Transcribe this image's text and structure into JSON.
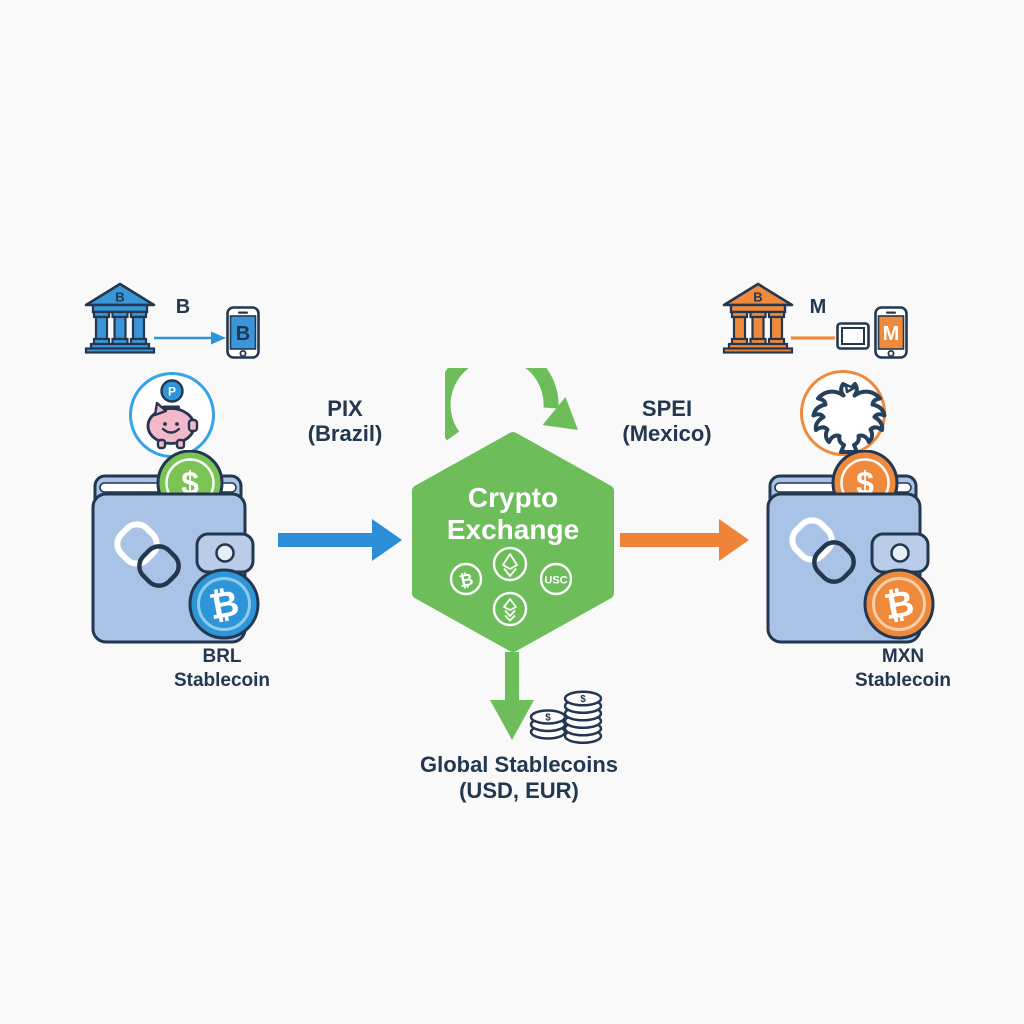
{
  "labels": {
    "pix_line1": "PIX",
    "pix_line2": "(Brazil)",
    "spei_line1": "SPEI",
    "spei_line2": "(Mexico)",
    "exchange_line1": "Crypto",
    "exchange_line2": "Exchange",
    "global_line1": "Global Stablecoins",
    "global_line2": "(USD, EUR)",
    "brl_line1": "BRL",
    "brl_line2": "Stablecoin",
    "mxn_line1": "MXN",
    "mxn_line2": "Stablecoin"
  },
  "brazil": {
    "bank_letter": "B",
    "transfer_letter": "B",
    "phone_letter": "B",
    "piggy_coin_letter": "P",
    "fiat_coin_symbol": "$",
    "crypto_coin_symbol": "₿"
  },
  "mexico": {
    "bank_letter": "B",
    "transfer_letter": "M",
    "phone_letter": "M",
    "fiat_coin_symbol": "$",
    "crypto_coin_symbol": "₿"
  },
  "exchange_coins": {
    "btc_symbol": "₿",
    "usc_label": "USC"
  },
  "stablecoin_stacks": {
    "stack1_symbol": "$",
    "stack2_symbol": "$"
  },
  "colors": {
    "blue_arrow": "#2b8ed6",
    "green": "#6dbe5b",
    "orange": "#ef8438",
    "navy_outline": "#233850",
    "text": "#223850",
    "wallet_blue": "#a9c3e6",
    "pig_pink": "#f3b9cb",
    "coin_green": "#7cc356",
    "coin_blue": "#2e96d8",
    "coin_orange": "#ef8a3d",
    "piggy_ring_blue": "#36a3e8",
    "eagle_ring_orange": "#ef8a3d",
    "background": "#f8f9f8"
  }
}
